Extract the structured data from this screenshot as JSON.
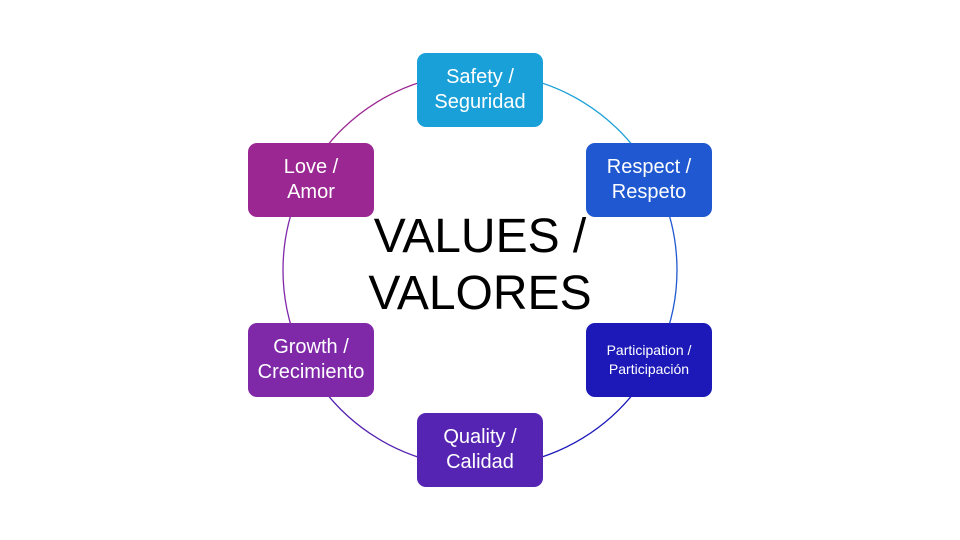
{
  "diagram": {
    "center_title": {
      "line1": "VALUES /",
      "line2": "VALORES"
    },
    "nodes": [
      {
        "line1": "Safety /",
        "line2": "Seguridad",
        "color": "#1AA0D8"
      },
      {
        "line1": "Respect /",
        "line2": "Respeto",
        "color": "#1F58D0"
      },
      {
        "line1": "Participation /",
        "line2": "Participación",
        "color": "#1C19B8"
      },
      {
        "line1": "Quality /",
        "line2": "Calidad",
        "color": "#5624B2"
      },
      {
        "line1": "Growth /",
        "line2": "Crecimiento",
        "color": "#7F28A8"
      },
      {
        "line1": "Love /",
        "line2": "Amor",
        "color": "#9B2792"
      }
    ]
  }
}
